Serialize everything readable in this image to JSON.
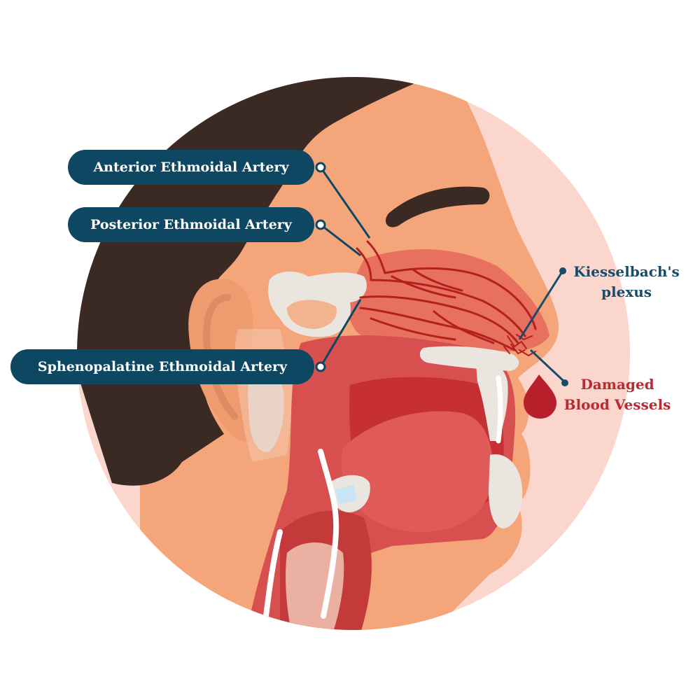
{
  "colors": {
    "label_pill": "#0e4761",
    "label_text_dark": "#174c6b",
    "label_text_red": "#b72b32",
    "skin": "#f4a67a",
    "hair": "#3b2a24",
    "tissue": "#d84f4f",
    "artery": "#b3201f",
    "bone": "#ebe5e0",
    "background_circle": "#fbd6cc",
    "blood_drop": "#b7202a"
  },
  "labels": {
    "anterior": "Anterior Ethmoidal Artery",
    "posterior": "Posterior Ethmoidal Artery",
    "sphenopalatine": "Sphenopalatine Ethmoidal Artery",
    "kiesselbach_line1": "Kiesselbach's",
    "kiesselbach_line2": "plexus",
    "damaged_line1": "Damaged",
    "damaged_line2": "Blood Vessels"
  },
  "icons": {
    "blood_drop": "blood-drop-icon"
  }
}
